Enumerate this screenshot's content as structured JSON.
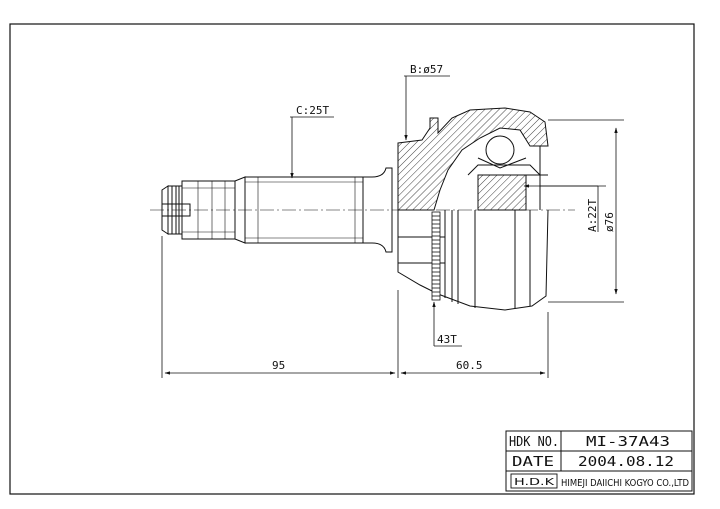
{
  "callouts": {
    "spline_outer": "C:25T",
    "bearing": "B:ø57",
    "abs_ring": "43T",
    "spline_inner": "A:22T",
    "diameter": "ø76"
  },
  "dimensions": {
    "shaft_length": "95",
    "housing_length": "60.5"
  },
  "title_block": {
    "part_no_label": "HDK NO.",
    "part_no_value": "MI-37A43",
    "date_label": "DATE",
    "date_value": "2004.08.12",
    "logo": "H.D.K",
    "company": "HIMEJI DAIICHI KOGYO CO.,LTD"
  },
  "colors": {
    "line": "#111111",
    "background": "#ffffff"
  }
}
